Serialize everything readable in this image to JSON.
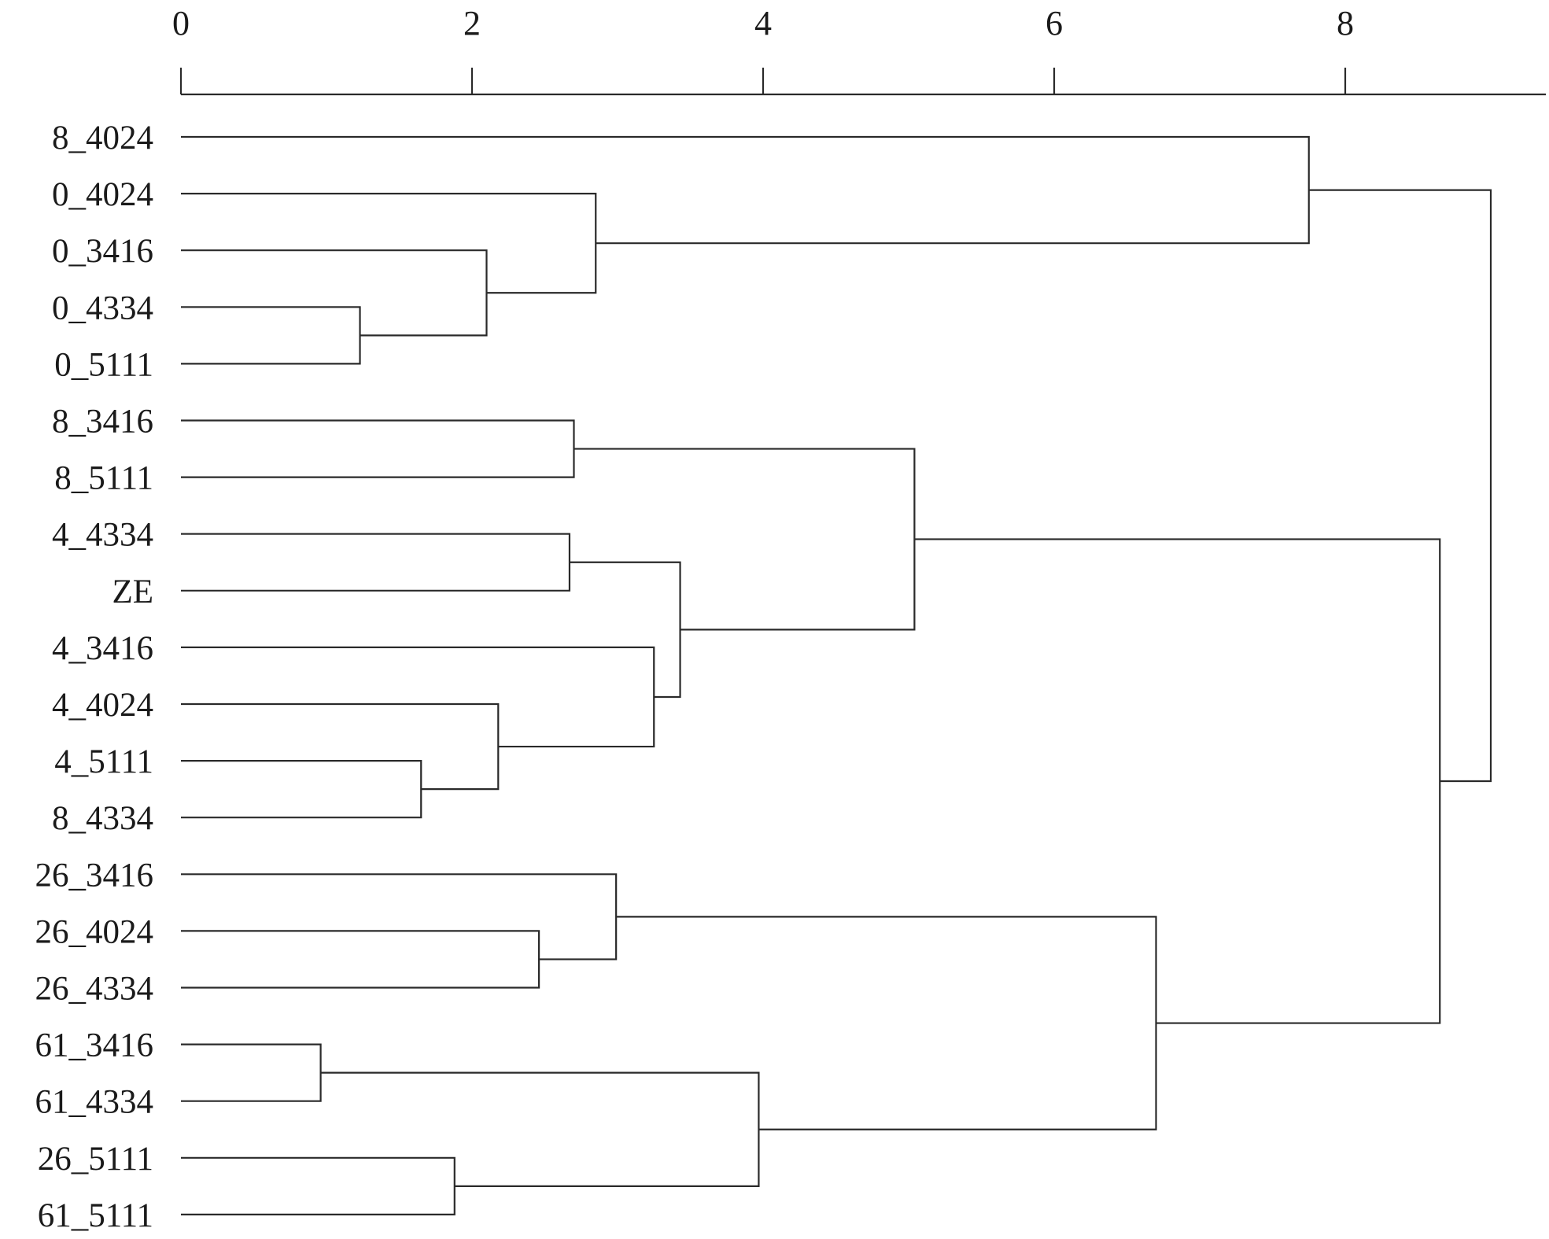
{
  "chart_data": {
    "type": "dendrogram",
    "axis": {
      "position": "top",
      "range": [
        0,
        9.0
      ],
      "ticks": [
        0,
        2,
        4,
        6,
        8
      ],
      "tick_labels": [
        "0",
        "2",
        "4",
        "6",
        "8"
      ]
    },
    "leaves": [
      "8_4024",
      "0_4024",
      "0_3416",
      "0_4334",
      "0_5111",
      "8_3416",
      "8_5111",
      "4_4334",
      "ZE",
      "4_3416",
      "4_4024",
      "4_5111",
      "8_4334",
      "26_3416",
      "26_4024",
      "26_4334",
      "61_3416",
      "61_4334",
      "26_5111",
      "61_5111"
    ],
    "merges": [
      {
        "id": "n1",
        "left": "0_4334",
        "right": "0_5111",
        "height": 1.23
      },
      {
        "id": "n2",
        "left": "0_3416",
        "right": "n1",
        "height": 2.1
      },
      {
        "id": "n3",
        "left": "0_4024",
        "right": "n2",
        "height": 2.85
      },
      {
        "id": "n4",
        "left": "8_4024",
        "right": "n3",
        "height": 7.75
      },
      {
        "id": "n5",
        "left": "8_3416",
        "right": "8_5111",
        "height": 2.7
      },
      {
        "id": "n6",
        "left": "4_4334",
        "right": "ZE",
        "height": 2.67
      },
      {
        "id": "n7",
        "left": "4_5111",
        "right": "8_4334",
        "height": 1.65
      },
      {
        "id": "n8",
        "left": "4_4024",
        "right": "n7",
        "height": 2.18
      },
      {
        "id": "n9",
        "left": "4_3416",
        "right": "n8",
        "height": 3.25
      },
      {
        "id": "n10",
        "left": "n6",
        "right": "n9",
        "height": 3.43
      },
      {
        "id": "n11",
        "left": "n5",
        "right": "n10",
        "height": 5.04
      },
      {
        "id": "n12",
        "left": "26_4024",
        "right": "26_4334",
        "height": 2.46
      },
      {
        "id": "n13",
        "left": "26_3416",
        "right": "n12",
        "height": 2.99
      },
      {
        "id": "n14",
        "left": "61_3416",
        "right": "61_4334",
        "height": 0.96
      },
      {
        "id": "n15",
        "left": "26_5111",
        "right": "61_5111",
        "height": 1.88
      },
      {
        "id": "n16",
        "left": "n14",
        "right": "n15",
        "height": 3.97
      },
      {
        "id": "n17",
        "left": "n13",
        "right": "n16",
        "height": 6.7
      },
      {
        "id": "n18",
        "left": "n11",
        "right": "n17",
        "height": 8.65
      },
      {
        "id": "n19",
        "left": "n4",
        "right": "n18",
        "height": 9.0
      }
    ]
  }
}
